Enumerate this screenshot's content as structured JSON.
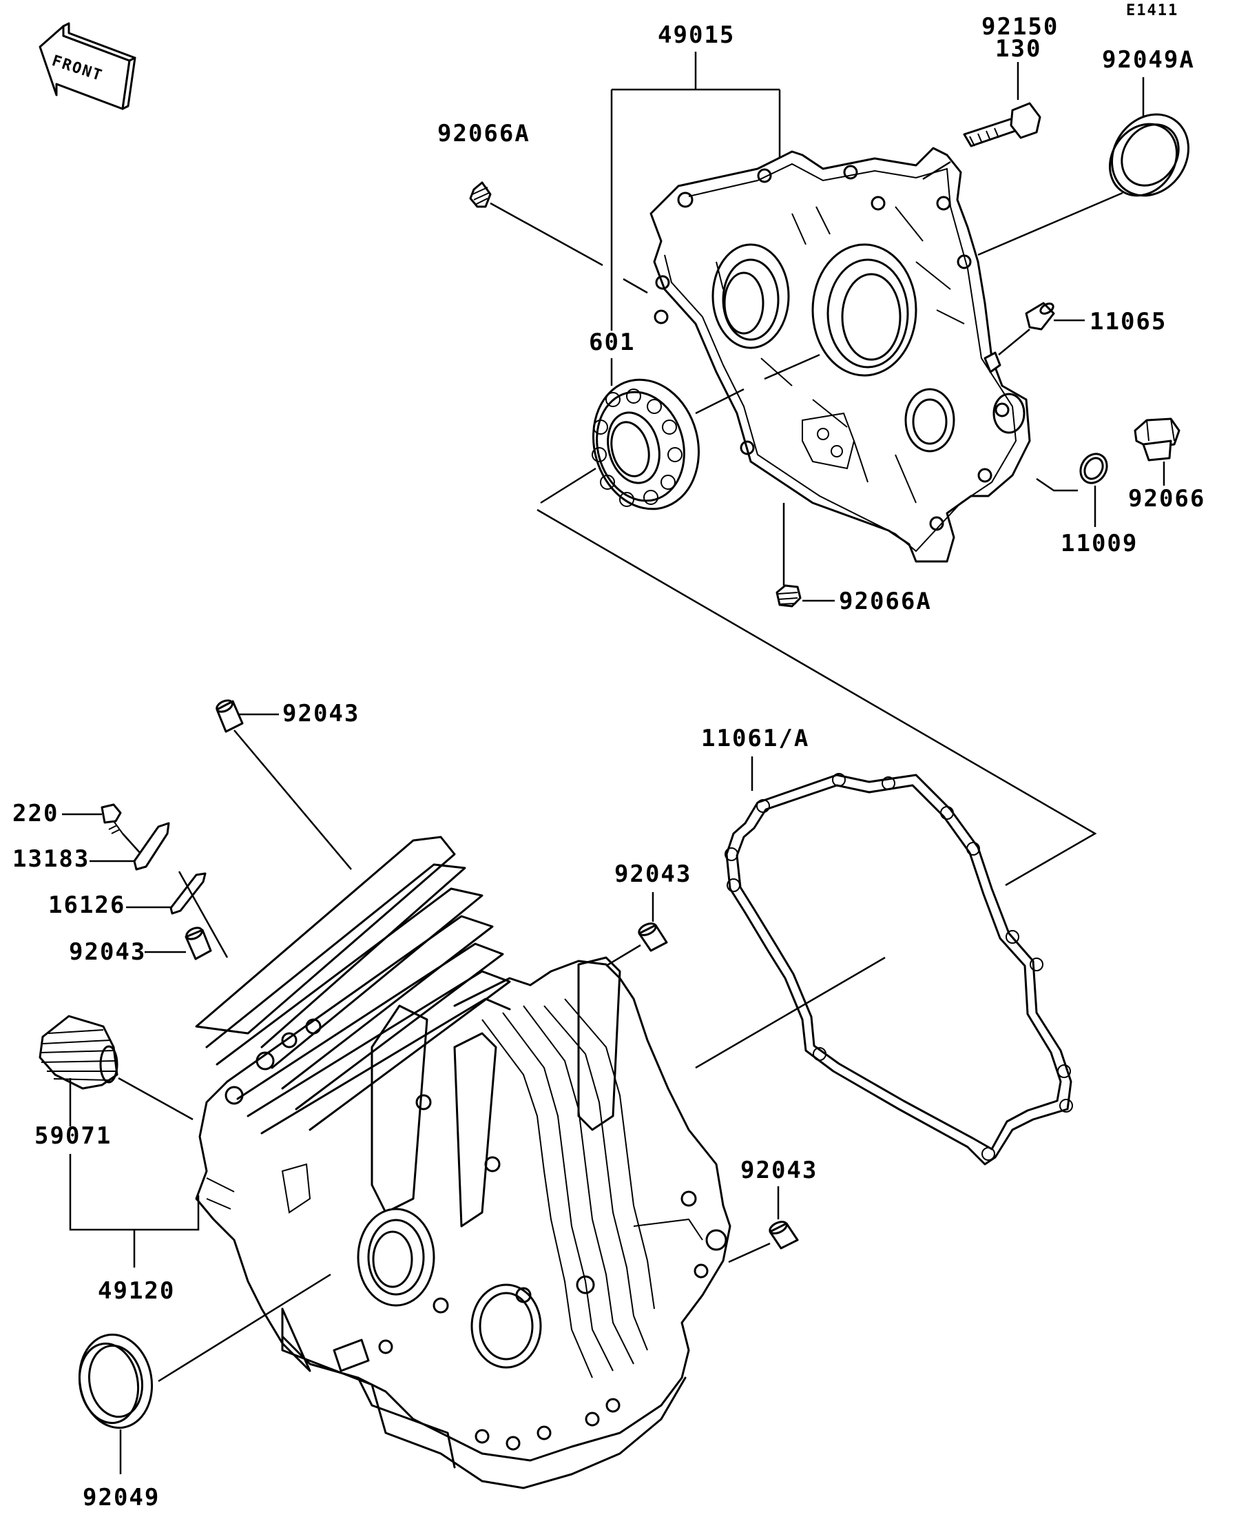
{
  "diagram_code": "E1411",
  "front_marker": "FRONT",
  "parts": {
    "p49015": "49015",
    "p92150": "92150",
    "p130": "130",
    "p92049A": "92049A",
    "p92066A_top": "92066A",
    "p11065": "11065",
    "p601": "601",
    "p92066": "92066",
    "p11009": "11009",
    "p92066A_bottom": "92066A",
    "p92043_a": "92043",
    "p11061A": "11061/A",
    "p220": "220",
    "p13183": "13183",
    "p16126": "16126",
    "p92043_b": "92043",
    "p92043_c": "92043",
    "p59071": "59071",
    "p49120": "49120",
    "p92043_d": "92043",
    "p92049": "92049"
  }
}
